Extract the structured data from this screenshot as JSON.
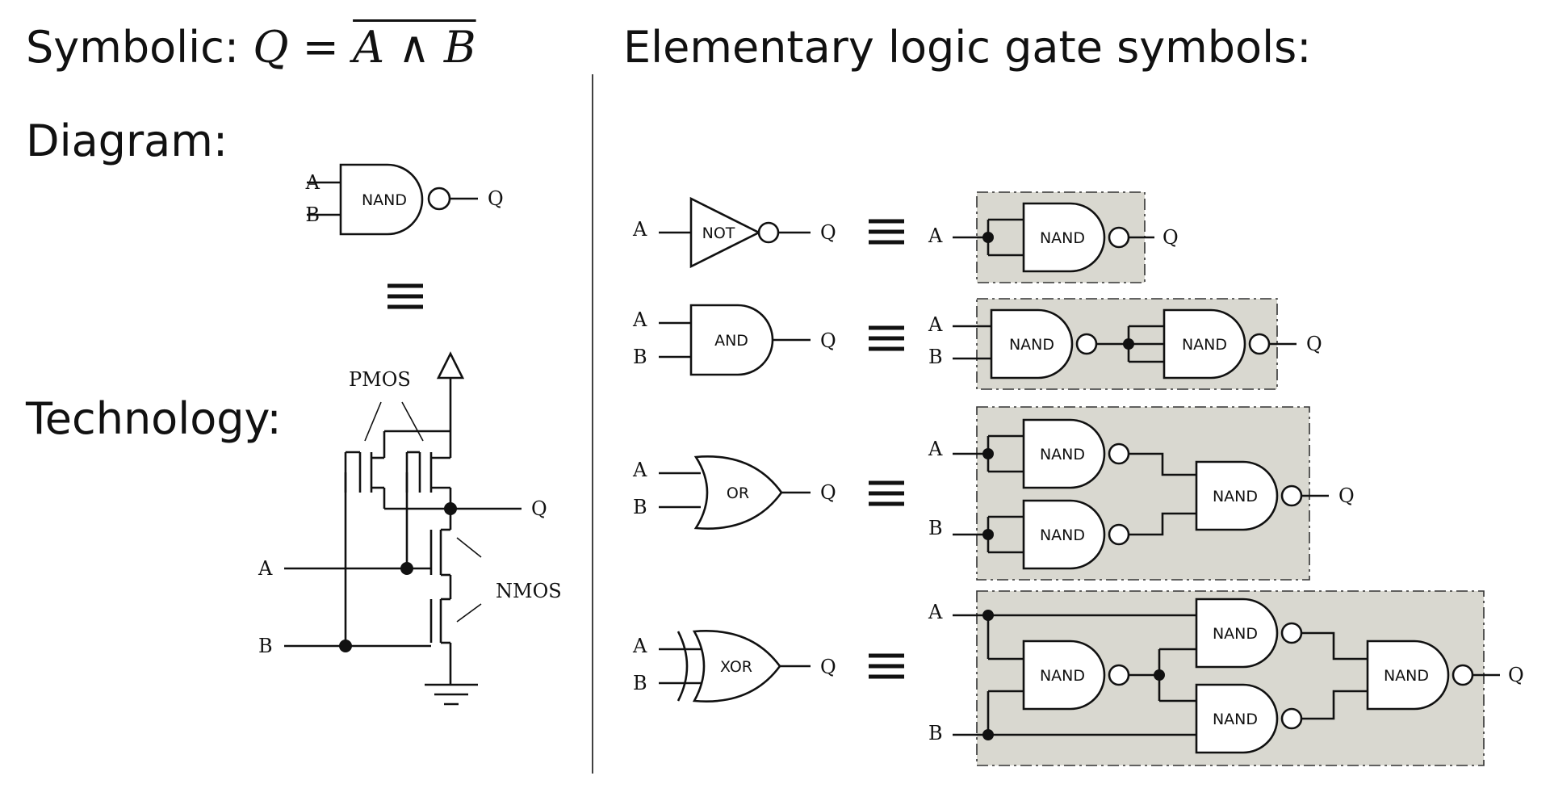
{
  "headings": {
    "symbolic_prefix": "Symbolic: ",
    "symbolic_q": "Q",
    "symbolic_eq": " = ",
    "symbolic_expr": "A ∧ B",
    "diagram": "Diagram:",
    "technology": "Technology:",
    "elementary": "Elementary logic gate symbols:"
  },
  "gates": {
    "nand": "NAND",
    "not": "NOT",
    "and": "AND",
    "or": "OR",
    "xor": "XOR"
  },
  "signals": {
    "a": "A",
    "b": "B",
    "q": "Q"
  },
  "transistors": {
    "pmos": "PMOS",
    "nmos": "NMOS"
  }
}
